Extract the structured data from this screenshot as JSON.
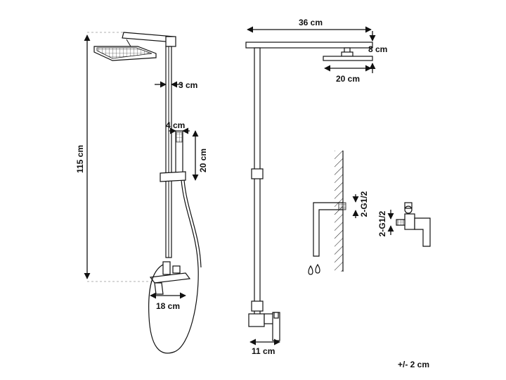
{
  "dimensions": {
    "total_height": "115 cm",
    "pipe_diameter": "3 cm",
    "handshower_width": "4 cm",
    "handshower_length": "20 cm",
    "mixer_width": "18 cm",
    "arm_length": "36 cm",
    "arm_drop": "8 cm",
    "head_size": "20 cm",
    "wall_offset": "11 cm",
    "thread_wall": "2-G1/2",
    "thread_mixer": "2-G1/2",
    "tolerance": "+/- 2 cm"
  }
}
